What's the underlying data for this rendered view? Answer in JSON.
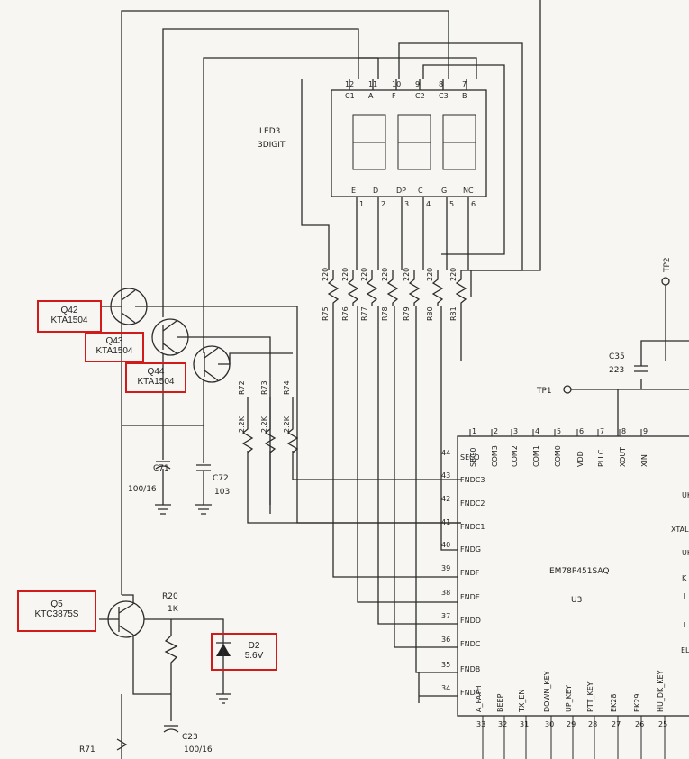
{
  "schematic": {
    "display": {
      "ref": "LED3",
      "value": "3DIGIT",
      "top_pins": [
        "12",
        "11",
        "10",
        "9",
        "8",
        "7"
      ],
      "top_labels": [
        "C1",
        "A",
        "F",
        "C2",
        "C3",
        "B"
      ],
      "bottom_labels": [
        "E",
        "D",
        "DP",
        "C",
        "G",
        "NC"
      ],
      "bottom_pins": [
        "1",
        "2",
        "3",
        "4",
        "5",
        "6"
      ]
    },
    "resistors_top": [
      {
        "ref": "R75",
        "value": "220"
      },
      {
        "ref": "R76",
        "value": "220"
      },
      {
        "ref": "R77",
        "value": "220"
      },
      {
        "ref": "R78",
        "value": "220"
      },
      {
        "ref": "R79",
        "value": "220"
      },
      {
        "ref": "R80",
        "value": "220"
      },
      {
        "ref": "R81",
        "value": "220"
      }
    ],
    "resistors_base": [
      {
        "ref": "R72",
        "value": "2.2K"
      },
      {
        "ref": "R73",
        "value": "2.2K"
      },
      {
        "ref": "R74",
        "value": "2.2K"
      }
    ],
    "caps": [
      {
        "ref": "C71",
        "value": "100/16"
      },
      {
        "ref": "C72",
        "value": "103"
      },
      {
        "ref": "C35",
        "value": "223"
      },
      {
        "ref": "C23",
        "value": "100/16"
      }
    ],
    "test_points": [
      "TP1",
      "TP2"
    ],
    "r20": {
      "ref": "R20",
      "value": "1K"
    },
    "r71": "R71",
    "ic": {
      "part": "EM78P451SAQ",
      "ref": "U3",
      "top_pins": [
        "1",
        "2",
        "3",
        "4",
        "5",
        "6",
        "7",
        "8",
        "9"
      ],
      "top_labels": [
        "SEG0",
        "COM3",
        "COM2",
        "COM1",
        "COM0",
        "VDD",
        "PLLC",
        "XOUT",
        "XIN"
      ],
      "left_pins": [
        "44",
        "43",
        "42",
        "41",
        "40",
        "39",
        "38",
        "37",
        "36",
        "35",
        "34"
      ],
      "left_labels": [
        "SEG0",
        "FNDC3",
        "FNDC2",
        "FNDC1",
        "FNDG",
        "FNDF",
        "FNDE",
        "FNDD",
        "FNDC",
        "FNDB",
        "FNDA"
      ],
      "bottom_pins": [
        "33",
        "32",
        "31",
        "30",
        "29",
        "28",
        "27",
        "26",
        "25"
      ],
      "bottom_labels": [
        "A_PATH",
        "BEEP",
        "TX_EN",
        "DOWN_KEY",
        "UP_KEY",
        "PTT_KEY",
        "EK28",
        "EK29",
        "HU_DK_KEY"
      ],
      "edge_fragments": [
        "UK_",
        "XTAL",
        "UK_",
        "K",
        "I",
        "I",
        "EL"
      ]
    },
    "highlights": [
      {
        "ref": "Q42",
        "part": "KTA1504"
      },
      {
        "ref": "Q43",
        "part": "KTA1504"
      },
      {
        "ref": "Q44",
        "part": "KTA1504"
      },
      {
        "ref": "Q5",
        "part": "KTC3875S"
      },
      {
        "ref": "D2",
        "part": "5.6V"
      }
    ]
  }
}
